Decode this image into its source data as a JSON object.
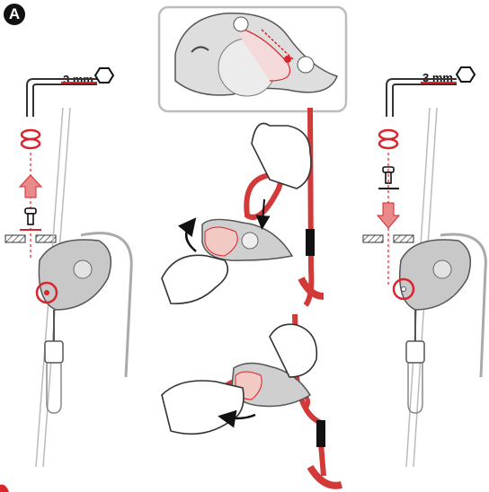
{
  "step": {
    "letter": "A"
  },
  "tool_left": {
    "size_label": "3 mm",
    "icon": "hex-key-icon"
  },
  "tool_right": {
    "size_label": "3 mm",
    "icon": "hex-key-icon"
  },
  "colors": {
    "accent_red": "#d8262e",
    "rope_red": "#d23a3a",
    "outline": "#333333",
    "device_gray": "#b9b9b9",
    "skin": "#ffffff",
    "panel_border": "#bdbdbd"
  }
}
